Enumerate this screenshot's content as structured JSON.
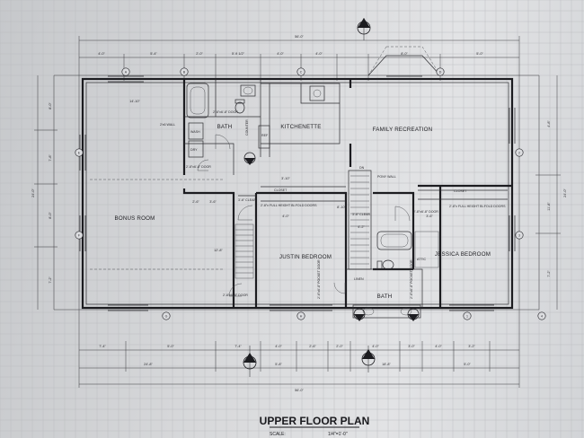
{
  "title": "UPPER FLOOR PLAN",
  "scale": {
    "label": "SCALE:",
    "value": "1/4\"=1'-0\""
  },
  "rooms": {
    "bonus": "BONUS ROOM",
    "bath_upper": "BATH",
    "kitchenette": "KITCHENETTE",
    "family": "FAMILY RECREATION",
    "justin": "JUSTIN BEDROOM",
    "jessica": "JESSICA BEDROOM",
    "bath_lower": "BATH"
  },
  "notes": {
    "closet_a": "CLOSET",
    "closet_b": "CLOSET",
    "dn": "DN",
    "clear_a": "3'-6\" CLEAR",
    "clear_b": "3'-6\" CLEAR",
    "linen": "LINEN",
    "dry": "DRY",
    "wash": "WASH",
    "door_a": "2'-6\"x6'-8\" DOOR",
    "door_b": "2'-8\"x6'-8\" DOOR",
    "door_c": "2'-8\"x6'-8\" DOOR",
    "door_d": "2'-8\"x6'-8\" DOOR",
    "bifold_a": "2'-8\"x FULL HEIGHT BI-FOLD DOORS",
    "bifold_b": "2'-8\"x FULL HEIGHT BI-FOLD DOORS",
    "wall": "2'x6 WALL",
    "pony": "PONY WALL",
    "pocket_a": "2'-6\"x6'-8\" POCKET DOOR",
    "pocket_b": "2'-6\"x6'-8\" POCKET DOOR",
    "counter": "COUNTER",
    "ref": "REF",
    "attic": "ATTIC"
  },
  "dims": {
    "overall_top": "56'-0\"",
    "overall_bottom": "56'-0\"",
    "left_total": "24'-0\"",
    "right_total": "24'-0\"",
    "top_row": [
      "4'-0\"",
      "5'-4\"",
      "2'-0\"",
      "5'-9 1/2\"",
      "4'-0\"",
      "4'-0\"",
      "8'-0\"",
      "5'-0\""
    ],
    "bottom_row": [
      "7'-4\"",
      "5'-0\"",
      "7'-4\"",
      "4'-0\"",
      "2'-6\"",
      "2'-0\"",
      "4'-0\"",
      "3'-0\"",
      "4'-0\"",
      "3'-2\""
    ],
    "bottom_row2": [
      "24'-8\"",
      "5'-8\"",
      "18'-8\"",
      "5'-0\""
    ],
    "left_col": [
      "8'-0\"",
      "7'-8\"",
      "8'-0\"",
      "7'-2\""
    ],
    "right_col": [
      "4'-8\"",
      "11'-8\"",
      "7'-2\""
    ],
    "interior": [
      "14'-10\"",
      "2'-6\"",
      "3'-6\"",
      "4'-0\"",
      "3'-10\"",
      "8'-10\"",
      "12'-8\"",
      "4'-2\"",
      "3'-6\""
    ]
  },
  "grid_labels": [
    "A",
    "B",
    "C",
    "D",
    "E",
    "F",
    "G",
    "H",
    "1",
    "2",
    "3",
    "4"
  ]
}
